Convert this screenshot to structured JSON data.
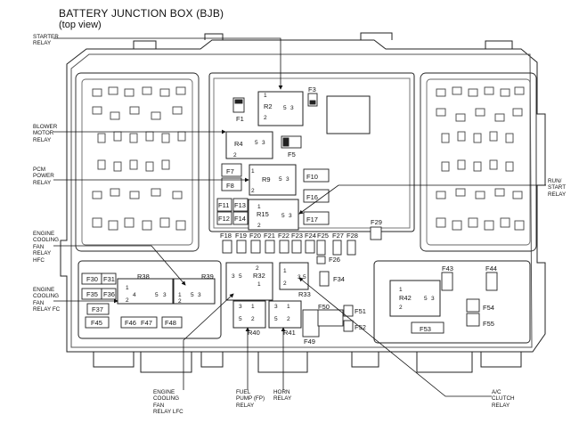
{
  "title": "BATTERY JUNCTION BOX (BJB)",
  "subtitle": "(top view)",
  "callouts": {
    "starter_relay": "STARTER\nRELAY",
    "blower_motor_relay": "BLOWER\nMOTOR\nRELAY",
    "pcm_power_relay": "PCM\nPOWER\nRELAY",
    "engine_cooling_fan_relay_hfc": "ENGINE\nCOOLING\nFAN\nRELAY\nHFC",
    "engine_cooling_fan_relay_fc": "ENGINE\nCOOLING\nFAN\nRELAY FC",
    "run_start_relay": "RUN/\nSTART\nRELAY",
    "engine_cooling_fan_relay_lfc": "ENGINE\nCOOLING\nFAN\nRELAY LFC",
    "fuel_pump_relay": "FUEL\nPUMP (FP)\nRELAY",
    "horn_relay": "HORN\nRELAY",
    "ac_clutch_relay": "A/C\nCLUTCH\nRELAY"
  },
  "relays": {
    "r2": "R2",
    "r4": "R4",
    "r9": "R9",
    "r15": "R15",
    "r32": "R32",
    "r33": "R33",
    "r38": "R38",
    "r39": "R39",
    "r40": "R40",
    "r41": "R41",
    "r42": "R42"
  },
  "fuses": {
    "f1": "F1",
    "f3": "F3",
    "f5": "F5",
    "f7": "F7",
    "f8": "F8",
    "f10": "F10",
    "f11": "F11",
    "f12": "F12",
    "f13": "F13",
    "f14": "F14",
    "f16": "F16",
    "f17": "F17",
    "f18": "F18",
    "f19": "F19",
    "f20": "F20",
    "f21": "F21",
    "f22": "F22",
    "f23": "F23",
    "f24": "F24",
    "f25": "F25",
    "f26": "F26",
    "f27": "F27",
    "f28": "F28",
    "f29": "F29",
    "f30": "F30",
    "f31": "F31",
    "f34": "F34",
    "f35": "F35",
    "f36": "F36",
    "f37": "F37",
    "f43": "F43",
    "f44": "F44",
    "f45": "F45",
    "f46": "F46",
    "f47": "F47",
    "f48": "F48",
    "f49": "F49",
    "f50": "F50",
    "f51": "F51",
    "f52": "F52",
    "f53": "F53",
    "f54": "F54",
    "f55": "F55"
  },
  "pin_labels": {
    "p1": "1",
    "p2": "2",
    "p3": "3",
    "p4": "4",
    "p5": "5"
  }
}
